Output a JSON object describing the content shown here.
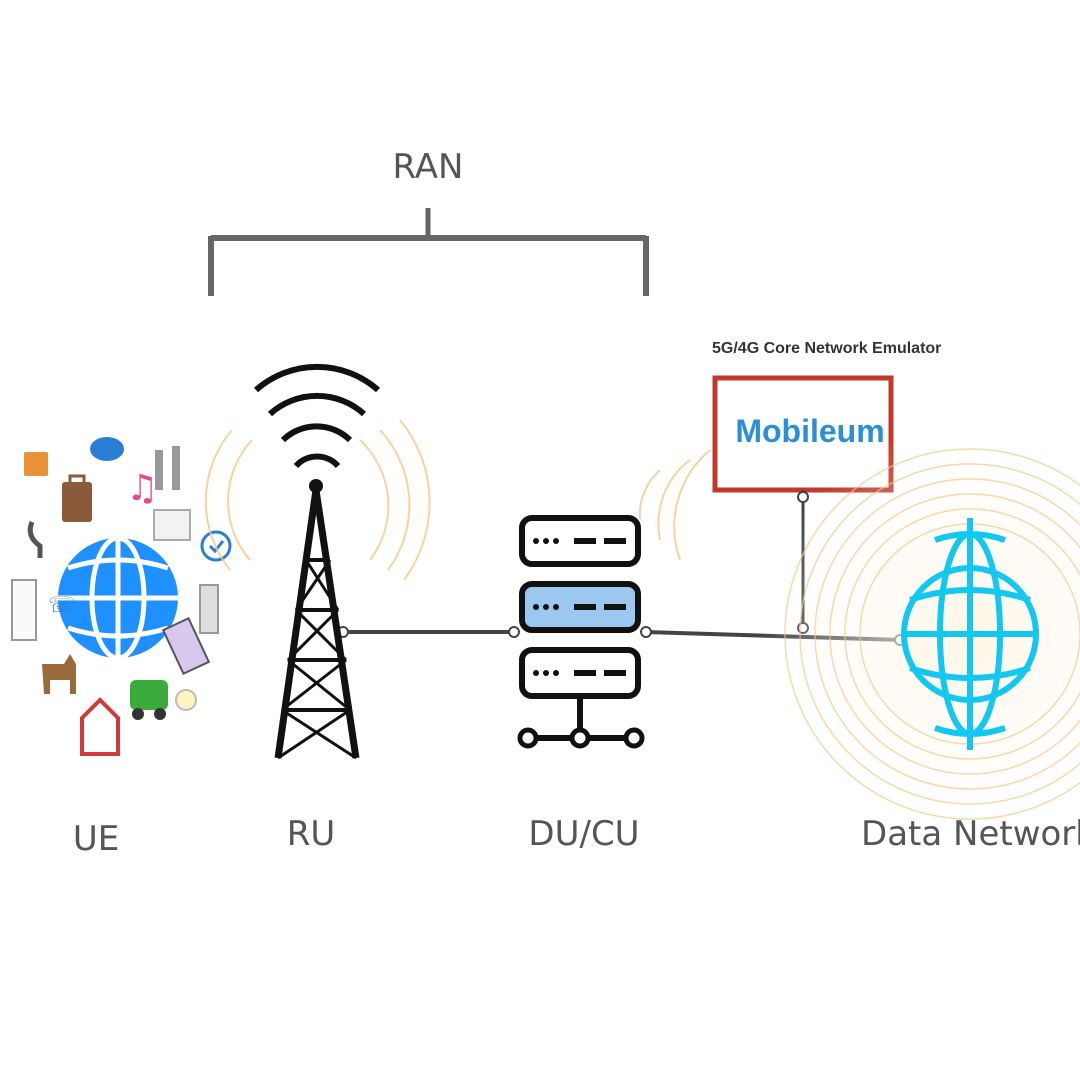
{
  "labels": {
    "ran": "RAN",
    "ue": "UE",
    "ru": "RU",
    "du_cu": "DU/CU",
    "data_network": "Data Network",
    "core_emulator": "5G/4G Core Network Emulator",
    "brand": "Mobileum"
  },
  "colors": {
    "line": "#444444",
    "bracket": "#666666",
    "globe": "#1e90ff",
    "cyan_globe": "#12c8f0",
    "brand_text": "#2a8fd8",
    "brand_border": "#c0392b",
    "signal_glow": "#f6c88a",
    "server_highlight": "#9cc8f0"
  },
  "icons": [
    "tower-icon",
    "server-rack-icon",
    "globe-icon",
    "iot-devices-icon"
  ]
}
